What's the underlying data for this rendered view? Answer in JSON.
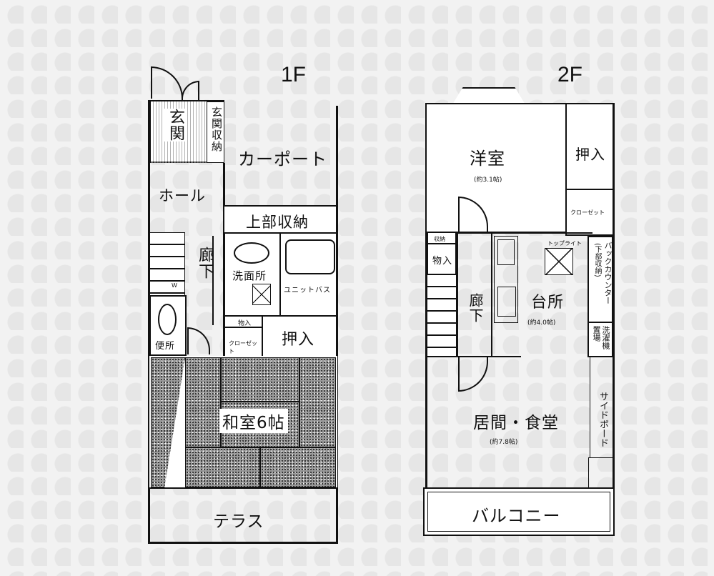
{
  "floors": [
    {
      "label": "1F",
      "rooms": {
        "entrance": "玄関",
        "entrance_storage": "玄関収納",
        "carport": "カーポート",
        "hall": "ホール",
        "upper_storage": "上部収納",
        "corridor": "廊下",
        "washroom": "洗面所",
        "unit_bath": "ユニットバス",
        "storage_small": "物入",
        "closet": "クローゼット",
        "oshiire": "押入",
        "toilet": "便所",
        "washer_mark": "W",
        "japanese_room": "和室6帖",
        "terrace": "テラス"
      }
    },
    {
      "label": "2F",
      "rooms": {
        "western_room": "洋室",
        "western_room_size": "(約3.1帖)",
        "oshiire": "押入",
        "closet": "クローゼット",
        "toilet_small": "収納",
        "storage": "物入",
        "corridor": "廊下",
        "skylight": "トップライト",
        "kitchen": "台所",
        "kitchen_size": "(約4.0帖)",
        "back_counter": "バックカウンター",
        "back_counter_note": "(下部収納)",
        "washer_space": "洗濯機置場",
        "living_dining": "居間・食堂",
        "living_dining_size": "(約7.8帖)",
        "sideboard": "サイドボード",
        "balcony": "バルコニー"
      }
    }
  ]
}
